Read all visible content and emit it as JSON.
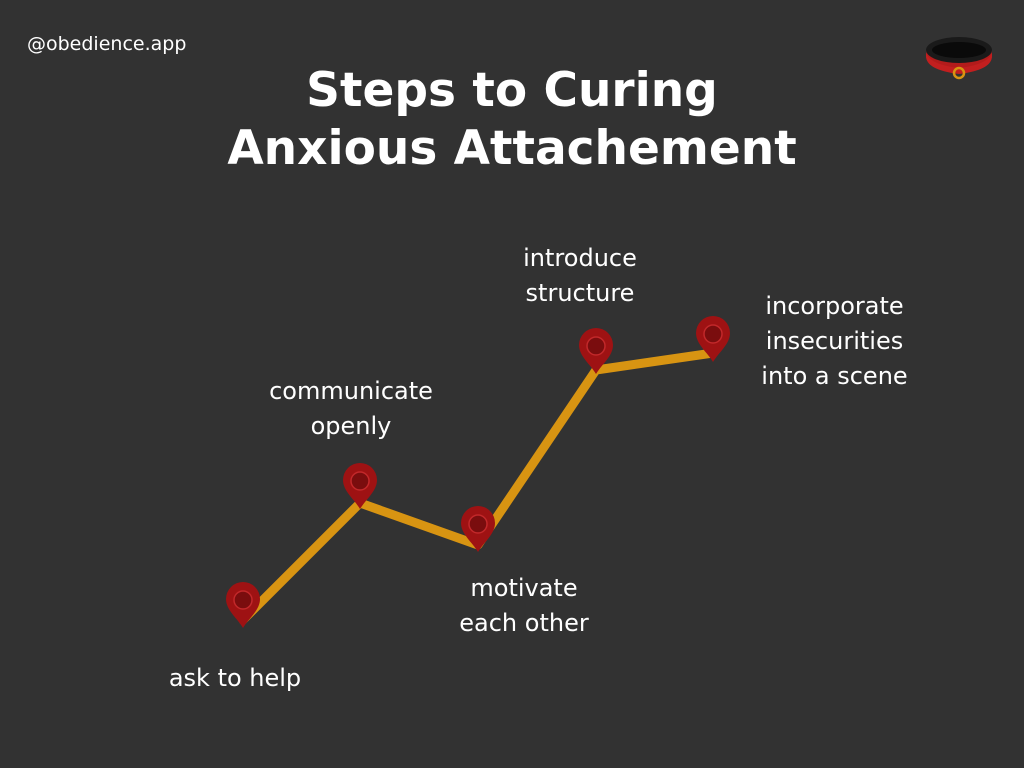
{
  "handle": "@obedience.app",
  "title": {
    "line1": "Steps to Curing",
    "line2": "Anxious Attachement"
  },
  "logo_icon": "collar-icon",
  "colors": {
    "background": "#323232",
    "path": "#d89412",
    "pin": "#9e1213",
    "text": "#ffffff"
  },
  "steps": [
    {
      "lines": [
        "ask to help"
      ]
    },
    {
      "lines": [
        "communicate",
        "openly"
      ]
    },
    {
      "lines": [
        "motivate",
        "each other"
      ]
    },
    {
      "lines": [
        "introduce",
        "structure"
      ]
    },
    {
      "lines": [
        "incorporate",
        "insecurities",
        "into a scene"
      ]
    }
  ]
}
